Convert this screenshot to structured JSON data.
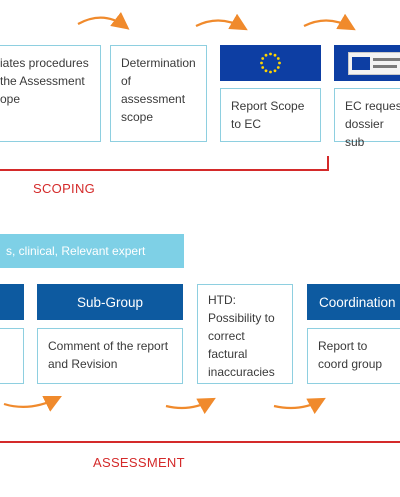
{
  "scoping": {
    "label": "SCOPING",
    "boxes": [
      {
        "text": "iates procedures the Assessment ope"
      },
      {
        "text": "Determination of assessment scope"
      },
      {
        "text": "Report Scope to EC"
      },
      {
        "text": "EC reques dossier sub"
      }
    ]
  },
  "expert_bar": {
    "text": "s, clinical, Relevant expert"
  },
  "assessment": {
    "label": "ASSESSMENT",
    "subgroup_header": "Sub-Group",
    "coordination_header": "Coordination",
    "boxes": [
      {
        "text": "Comment of the report and Revision"
      },
      {
        "text": "HTD: Possibility to correct factural inaccuracies"
      },
      {
        "text": "Report to coord group"
      }
    ]
  },
  "colors": {
    "brand_blue": "#0d5aa0",
    "light_blue": "#7ed0e6",
    "accent_red": "#d42a2a",
    "arrow_orange": "#f08a2c"
  },
  "icons": [
    "eu-flag-icon",
    "european-commission-logo-icon"
  ]
}
